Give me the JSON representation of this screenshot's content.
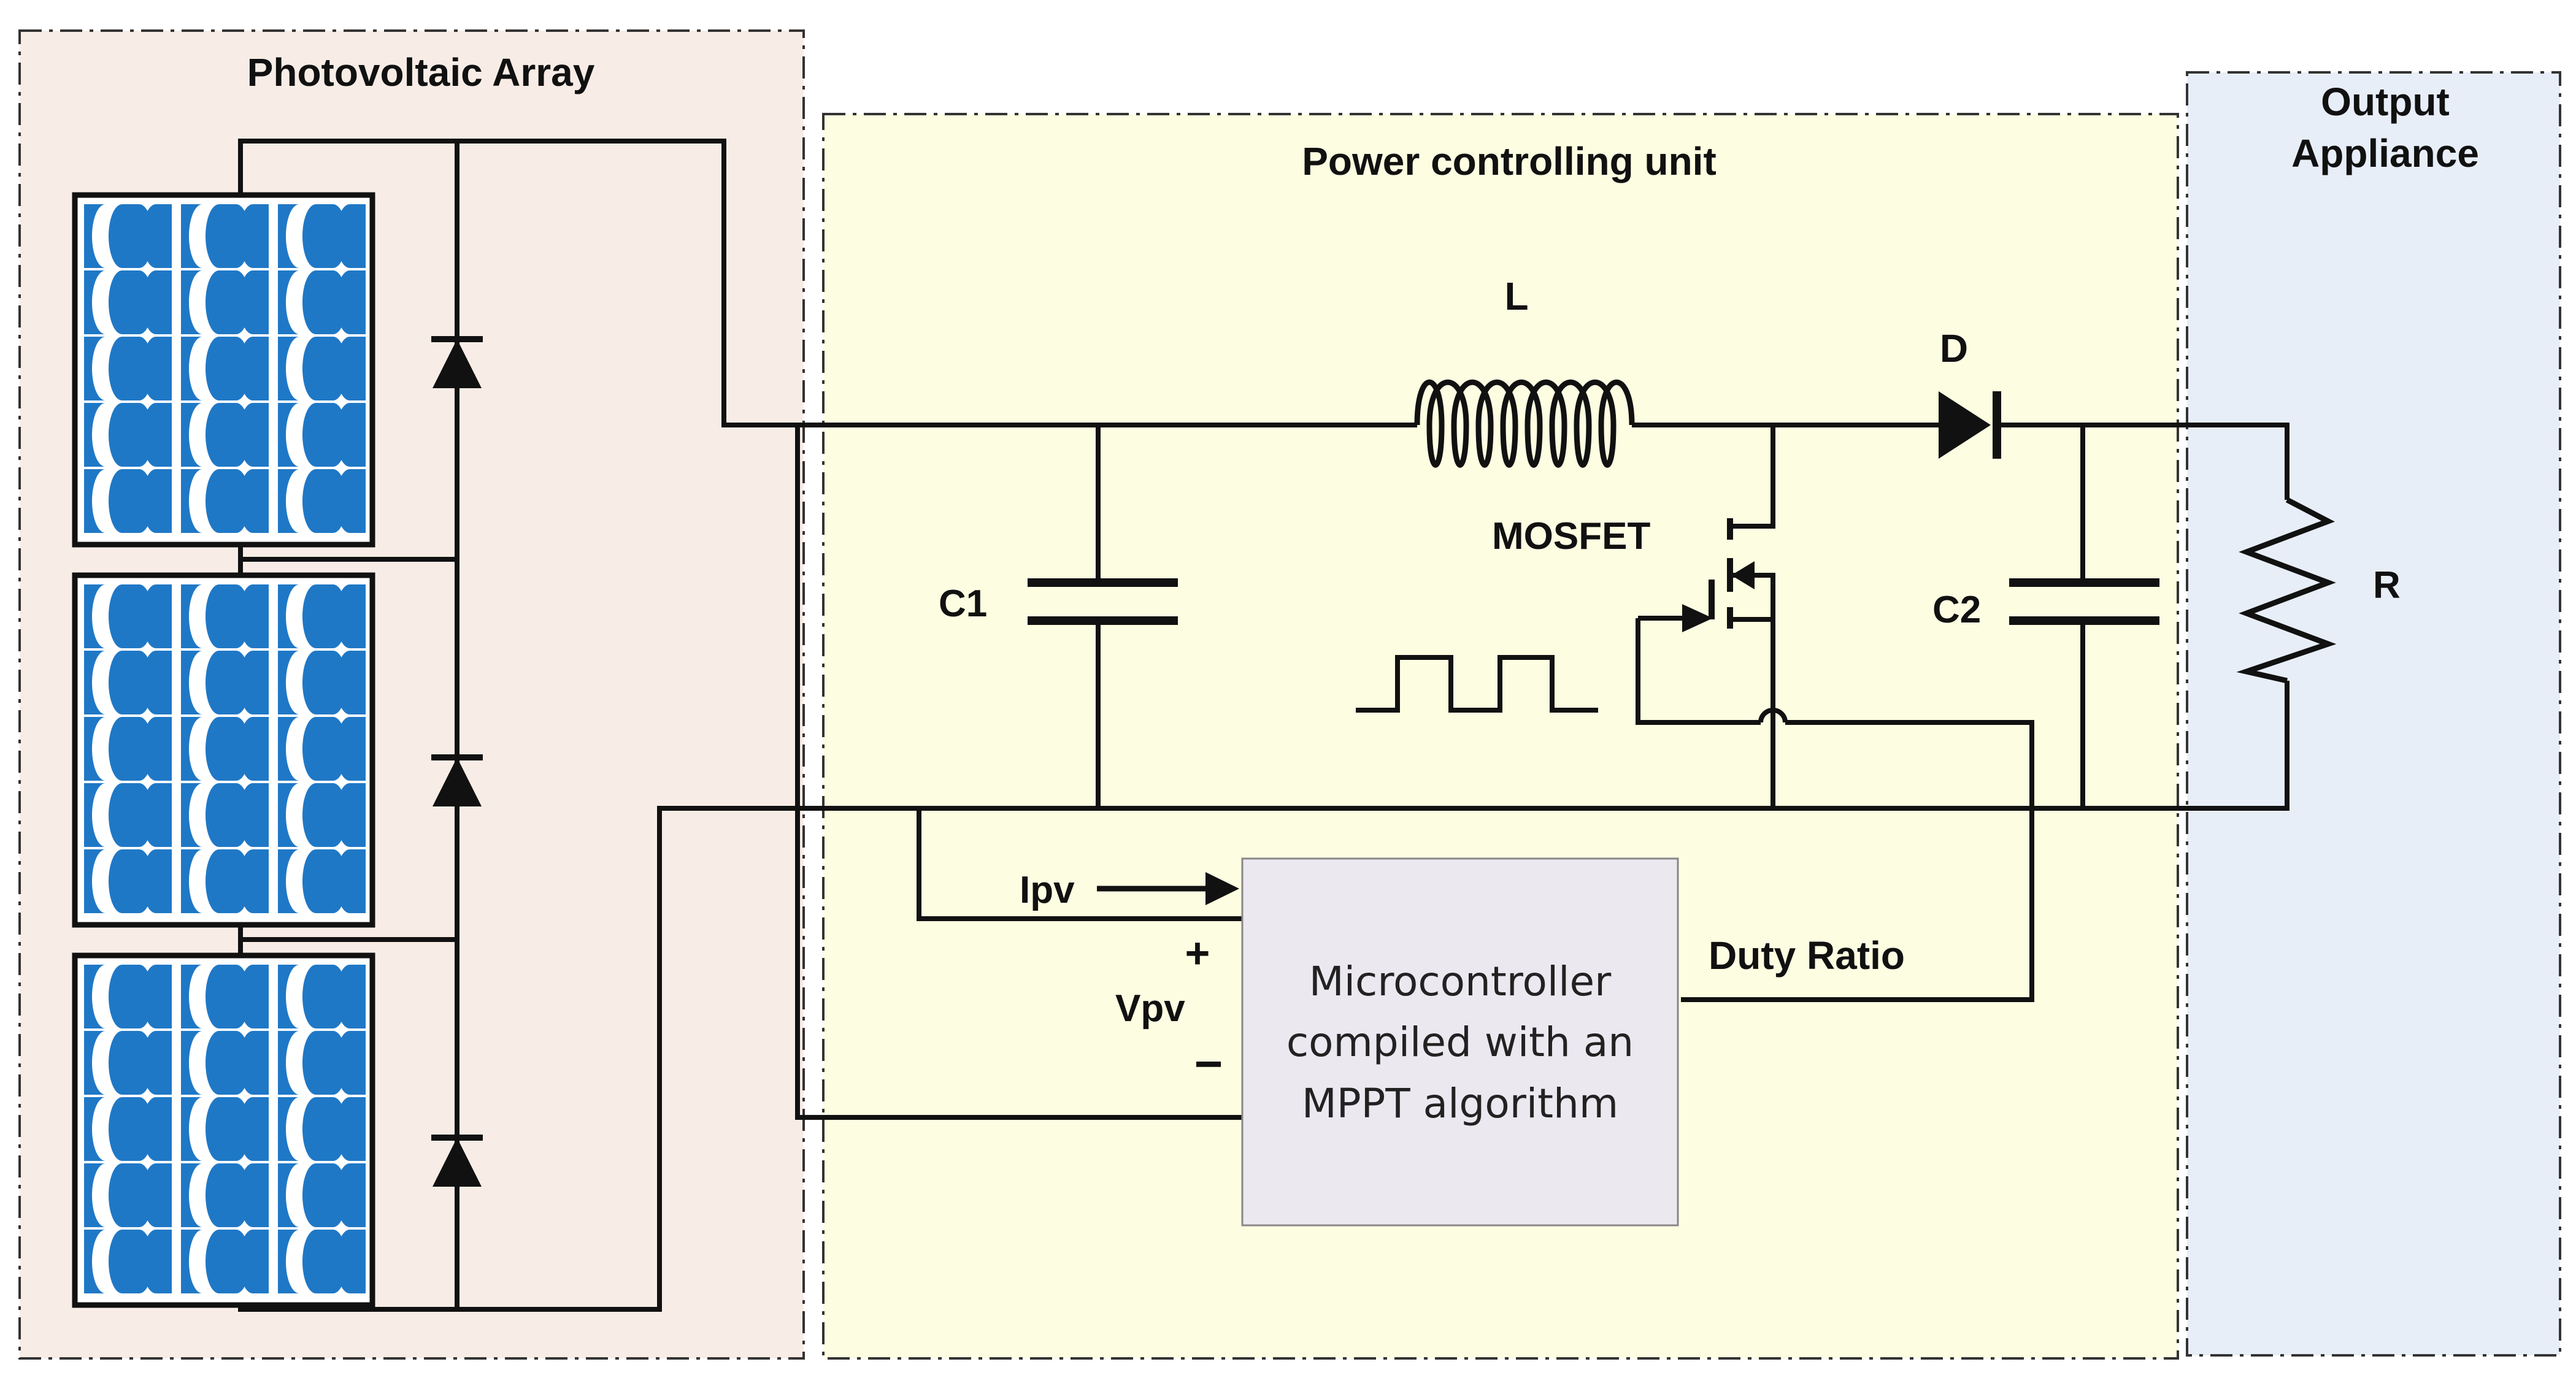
{
  "diagram": {
    "regions": {
      "pv_array": "Photovoltaic Array",
      "power_unit": "Power controlling unit",
      "output_line1": "Output",
      "output_line2": "Appliance"
    },
    "components": {
      "inductor": "L",
      "diode": "D",
      "mosfet": "MOSFET",
      "c1": "C1",
      "c2": "C2",
      "load": "R"
    },
    "signals": {
      "current": "Ipv",
      "voltage": "Vpv",
      "plus": "+",
      "minus": "−",
      "duty": "Duty Ratio"
    },
    "controller": {
      "line1": "Microcontroller",
      "line2": "compiled with an",
      "line3": "MPPT algorithm"
    },
    "colors": {
      "pv_region": "#f8ede6",
      "power_region": "#fdfde2",
      "output_region": "#e8eef8",
      "solar_cell": "#1f78c6",
      "controller_box": "#ebe8f0"
    }
  }
}
